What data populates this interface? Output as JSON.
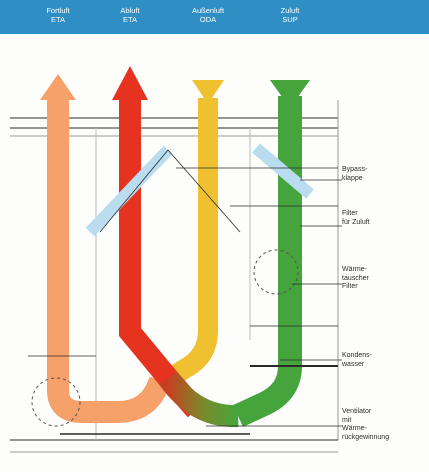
{
  "colors": {
    "exhaust": "#f6a06a",
    "extract": "#e5331f",
    "outdoor": "#efc02f",
    "supply": "#45a53c",
    "line": "#2a2a2a",
    "header_band": "#2f8fc4"
  },
  "flows": [
    {
      "id": "exhaust",
      "text": "Fortluft\nETA",
      "direction": "up"
    },
    {
      "id": "extract",
      "text": "Abluft\nETA",
      "direction": "up"
    },
    {
      "id": "outdoor",
      "text": "Außenluft\nODA",
      "direction": "down"
    },
    {
      "id": "supply",
      "text": "Zuluft\nSUP",
      "direction": "down"
    }
  ],
  "side_labels": [
    {
      "id": "bypass",
      "text": "Bypass-\nklappe"
    },
    {
      "id": "filter",
      "text": "Filter\nfür Zuluft"
    },
    {
      "id": "exchanger",
      "text": "Wärme-\ntauscher\nFilter"
    },
    {
      "id": "condensate",
      "text": "Kondens-\nwasser"
    },
    {
      "id": "fan",
      "text": "Ventilator\nmit\nWärme-\nrückgewinnung"
    }
  ]
}
